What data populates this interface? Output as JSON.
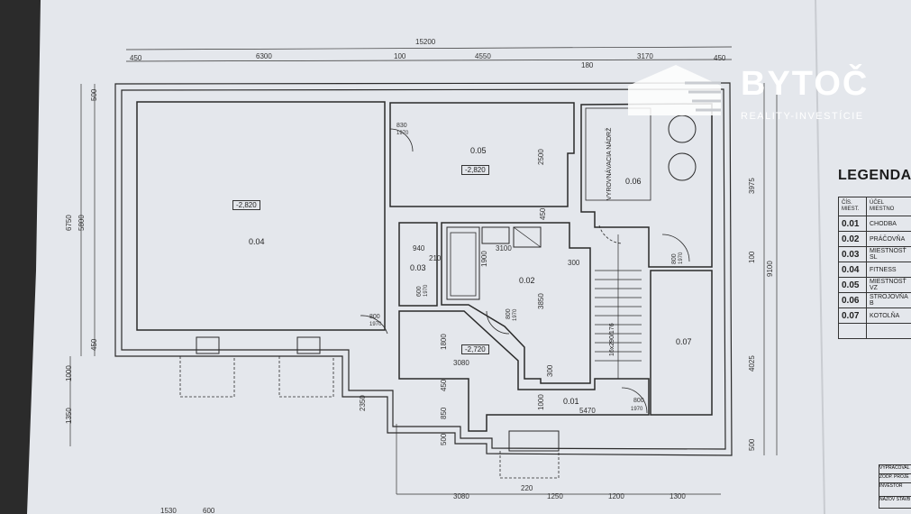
{
  "brand": {
    "name": "BYTOČ",
    "tagline": "REALITY-INVESTÍCIE",
    "accent": "#ffffff"
  },
  "legend": {
    "title": "LEGENDA",
    "header": [
      "ČÍS. MIEST.",
      "ÚČEL MIESTNO"
    ],
    "rows": [
      {
        "num": "0.01",
        "name": "CHODBA"
      },
      {
        "num": "0.02",
        "name": "PRÁČOVŇA"
      },
      {
        "num": "0.03",
        "name": "MIESTNOSŤ SL"
      },
      {
        "num": "0.04",
        "name": "FITNESS"
      },
      {
        "num": "0.05",
        "name": "MIESTNOSŤ VZ"
      },
      {
        "num": "0.06",
        "name": "STROJOVŇA B"
      },
      {
        "num": "0.07",
        "name": "KOTOLŇA"
      }
    ]
  },
  "rooms": {
    "r004": "0.04",
    "r005": "0.05",
    "r006": "0.06",
    "r003": "0.03",
    "r002": "0.02",
    "r001": "0.01",
    "r007": "0.07"
  },
  "levels": {
    "l004": "-2,820",
    "l005": "-2,820",
    "l002": "-2,720"
  },
  "labels": {
    "tank": "VYROVNÁVACIA NÁDRŽ",
    "stairs": "16x290/176"
  },
  "dimensions": {
    "top_total": "15200",
    "top_a": "450",
    "top_b": "6300",
    "top_c": "100",
    "top_d": "4550",
    "top_e": "180",
    "top_f": "3170",
    "top_g": "450",
    "left_a": "6750",
    "left_b": "5800",
    "left_c": "500",
    "left_d": "450",
    "left_e": "1000",
    "left_f": "1350",
    "left_g": "2350",
    "right_a": "3975",
    "right_b": "100",
    "right_c": "9100",
    "right_d": "4025",
    "right_e": "500",
    "d830": "830",
    "d1970a": "1970",
    "d2500": "2500",
    "d450a": "450",
    "d940": "940",
    "d210": "210",
    "d3100": "3100",
    "d300a": "300",
    "d1900": "1900",
    "d600": "600",
    "d1970b": "1970",
    "d800a": "800",
    "d1970c": "1970",
    "d3850": "3850",
    "d800b": "800",
    "d1970d": "1970",
    "d1800": "1800",
    "d3080a": "3080",
    "d300b": "300",
    "d450b": "450",
    "d1000": "1000",
    "d850": "850",
    "d500": "500",
    "d5470": "5470",
    "d800c": "800",
    "d1970e": "1970",
    "d800d": "800",
    "d1970f": "1970",
    "bot_a": "3080",
    "bot_b": "220",
    "bot_c": "1250",
    "bot_d": "1200",
    "bot_e": "1300",
    "bot_f": "1530",
    "bot_g": "600"
  },
  "title_block": {
    "l1": "VYPRACOVAL",
    "l2": "ZODP. PROJE",
    "l3": "INVESTOR",
    "l4": "NÁZOV STAVB"
  },
  "colors": {
    "paper": "#e6e9ee",
    "ink": "#2a2a2a",
    "background": "#1a1a1a"
  }
}
